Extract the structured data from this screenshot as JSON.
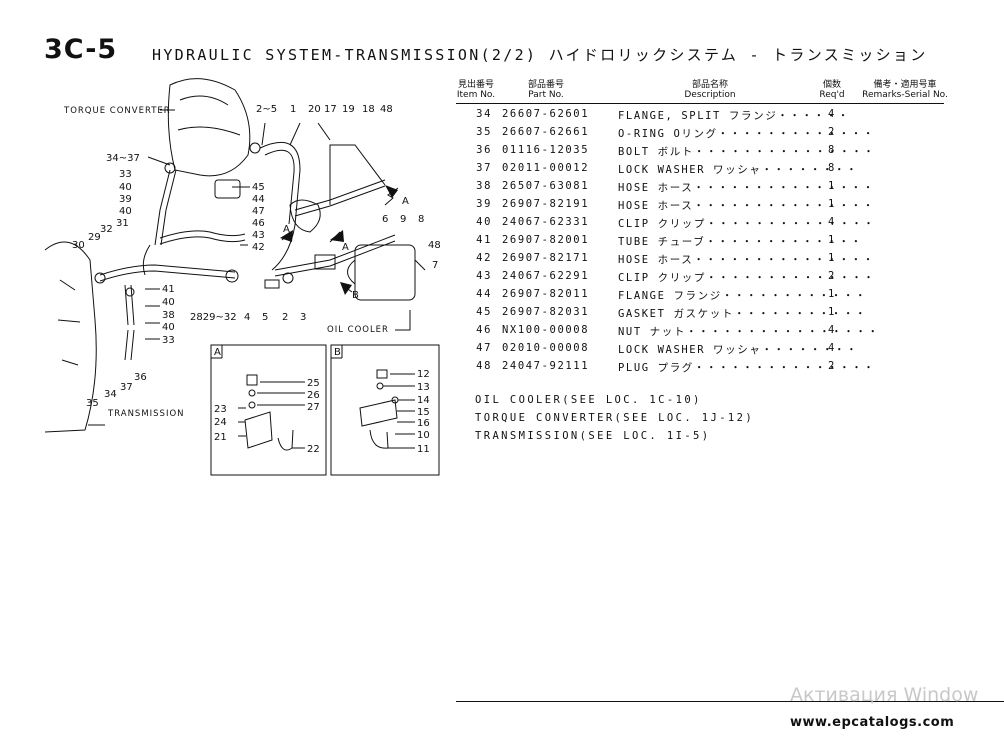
{
  "page": {
    "code": "3C-5",
    "title": "HYDRAULIC SYSTEM-TRANSMISSION(2/2)  ハイドロリックシステム - トランスミッション"
  },
  "columns": {
    "item": {
      "jp": "見出番号",
      "en": "Item No."
    },
    "part": {
      "jp": "部品番号",
      "en": "Part No."
    },
    "desc": {
      "jp": "部品名称",
      "en": "Description"
    },
    "qty": {
      "jp": "個数",
      "en": "Req'd"
    },
    "remarks": {
      "jp": "備考・適用号車",
      "en": "Remarks-Serial No."
    }
  },
  "parts": [
    {
      "item": "34",
      "part": "26607-62601",
      "desc": "FLANGE, SPLIT フランジ・・・・・・",
      "qty": "4"
    },
    {
      "item": "35",
      "part": "26607-62661",
      "desc": "O-RING Oリング・・・・・・・・・・・・・",
      "qty": "2"
    },
    {
      "item": "36",
      "part": "01116-12035",
      "desc": "BOLT ボルト・・・・・・・・・・・・・・・",
      "qty": "8"
    },
    {
      "item": "37",
      "part": "02011-00012",
      "desc": "LOCK WASHER ワッシャ・・・・・・・・",
      "qty": "8"
    },
    {
      "item": "38",
      "part": "26507-63081",
      "desc": "HOSE ホース・・・・・・・・・・・・・・・",
      "qty": "1"
    },
    {
      "item": "39",
      "part": "26907-82191",
      "desc": "HOSE ホース・・・・・・・・・・・・・・・",
      "qty": "1"
    },
    {
      "item": "40",
      "part": "24067-62331",
      "desc": "CLIP クリップ・・・・・・・・・・・・・・",
      "qty": "4"
    },
    {
      "item": "41",
      "part": "26907-82001",
      "desc": "TUBE チューブ・・・・・・・・・・・・・",
      "qty": "1"
    },
    {
      "item": "42",
      "part": "26907-82171",
      "desc": "HOSE ホース・・・・・・・・・・・・・・・",
      "qty": "1"
    },
    {
      "item": "43",
      "part": "24067-62291",
      "desc": "CLIP クリップ・・・・・・・・・・・・・・",
      "qty": "2"
    },
    {
      "item": "44",
      "part": "26907-82011",
      "desc": "FLANGE フランジ・・・・・・・・・・・・",
      "qty": "1"
    },
    {
      "item": "45",
      "part": "26907-82031",
      "desc": "GASKET ガスケット・・・・・・・・・・・",
      "qty": "1"
    },
    {
      "item": "46",
      "part": "NX100-00008",
      "desc": "NUT ナット・・・・・・・・・・・・・・・・",
      "qty": "4"
    },
    {
      "item": "47",
      "part": "02010-00008",
      "desc": "LOCK WASHER ワッシャ・・・・・・・・",
      "qty": "4"
    },
    {
      "item": "48",
      "part": "24047-92111",
      "desc": "PLUG プラグ・・・・・・・・・・・・・・・",
      "qty": "2"
    }
  ],
  "notes": [
    "OIL COOLER(SEE LOC. 1C-10)",
    "TORQUE CONVERTER(SEE LOC. 1J-12)",
    "TRANSMISSION(SEE LOC. 1I-5)"
  ],
  "diagram": {
    "labels": {
      "torque_converter": "TORQUE CONVERTER",
      "oil_cooler": "OIL COOLER",
      "transmission": "TRANSMISSION",
      "callouts": [
        "2~5",
        "1",
        "20",
        "17",
        "19",
        "18",
        "48",
        "34~37",
        "33",
        "40",
        "39",
        "40",
        "45",
        "44",
        "47",
        "46",
        "43",
        "42",
        "6",
        "9",
        "8",
        "48",
        "7",
        "32",
        "31",
        "29",
        "30",
        "41",
        "40",
        "38",
        "40",
        "33",
        "2829~32",
        "4",
        "5",
        "2",
        "3",
        "36",
        "37",
        "34",
        "35"
      ],
      "arrow_a": "A",
      "arrow_b": "B"
    },
    "inset_a": {
      "title": "A",
      "callouts": [
        "25",
        "26",
        "27",
        "23",
        "24",
        "21",
        "22"
      ]
    },
    "inset_b": {
      "title": "B",
      "callouts": [
        "12",
        "13",
        "14",
        "15",
        "16",
        "10",
        "11"
      ]
    }
  },
  "watermark": "Активация Window",
  "site": "www.epcatalogs.com"
}
